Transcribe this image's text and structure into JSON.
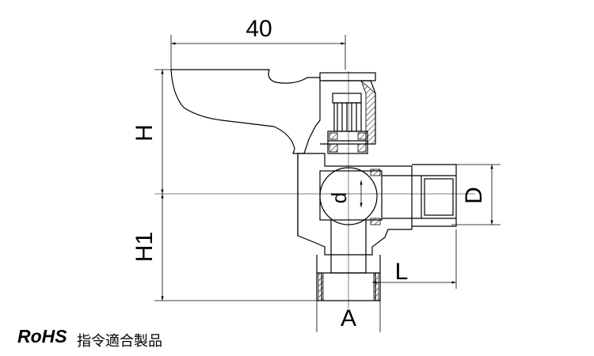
{
  "dimensions": {
    "width_label": "40",
    "h_label": "H",
    "h1_label": "H1",
    "d_label": "d",
    "big_d_label": "D",
    "l_label": "L",
    "a_label": "A"
  },
  "compliance": {
    "rohs_mark": "RoHS",
    "rohs_text": "指令適合製品"
  }
}
